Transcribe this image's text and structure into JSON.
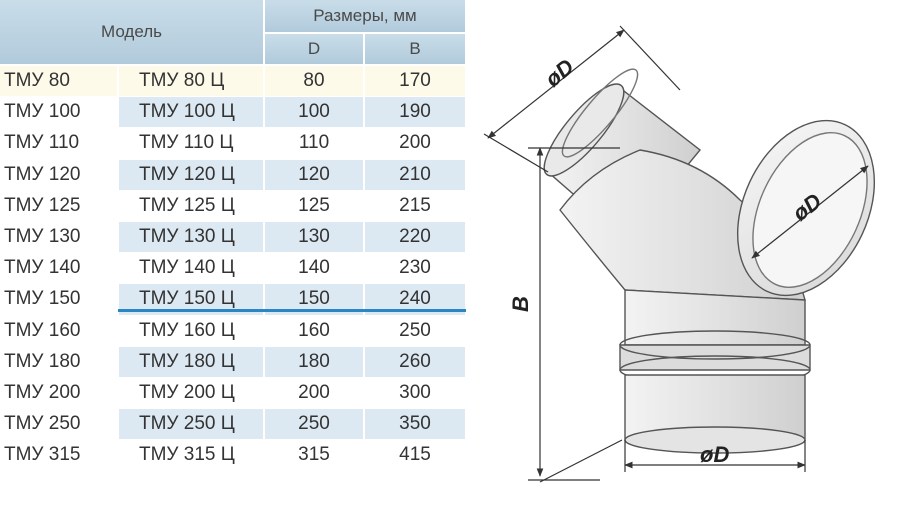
{
  "table": {
    "header_model": "Модель",
    "header_sizes": "Размеры, мм",
    "header_d": "D",
    "header_b": "B",
    "rows": [
      {
        "model": "ТМУ 80",
        "model_c": "ТМУ 80 Ц",
        "d": "80",
        "b": "170"
      },
      {
        "model": "ТМУ 100",
        "model_c": "ТМУ 100 Ц",
        "d": "100",
        "b": "190"
      },
      {
        "model": "ТМУ 110",
        "model_c": "ТМУ 110 Ц",
        "d": "110",
        "b": "200"
      },
      {
        "model": "ТМУ 120",
        "model_c": "ТМУ 120 Ц",
        "d": "120",
        "b": "210"
      },
      {
        "model": "ТМУ 125",
        "model_c": "ТМУ 125 Ц",
        "d": "125",
        "b": "215"
      },
      {
        "model": "ТМУ 130",
        "model_c": "ТМУ 130 Ц",
        "d": "130",
        "b": "220"
      },
      {
        "model": "ТМУ 140",
        "model_c": "ТМУ 140 Ц",
        "d": "140",
        "b": "230"
      },
      {
        "model": "ТМУ 150",
        "model_c": "ТМУ 150 Ц",
        "d": "150",
        "b": "240"
      },
      {
        "model": "ТМУ 160",
        "model_c": "ТМУ 160 Ц",
        "d": "160",
        "b": "250"
      },
      {
        "model": "ТМУ 180",
        "model_c": "ТМУ 180 Ц",
        "d": "180",
        "b": "260"
      },
      {
        "model": "ТМУ 200",
        "model_c": "ТМУ 200 Ц",
        "d": "200",
        "b": "300"
      },
      {
        "model": "ТМУ 250",
        "model_c": "ТМУ 250 Ц",
        "d": "250",
        "b": "350"
      },
      {
        "model": "ТМУ 315",
        "model_c": "ТМУ 315 Ц",
        "d": "315",
        "b": "415"
      }
    ]
  },
  "drawing": {
    "label_top_d": "øD",
    "label_side_d": "øD",
    "label_bottom_d": "øD",
    "label_b": "B"
  }
}
